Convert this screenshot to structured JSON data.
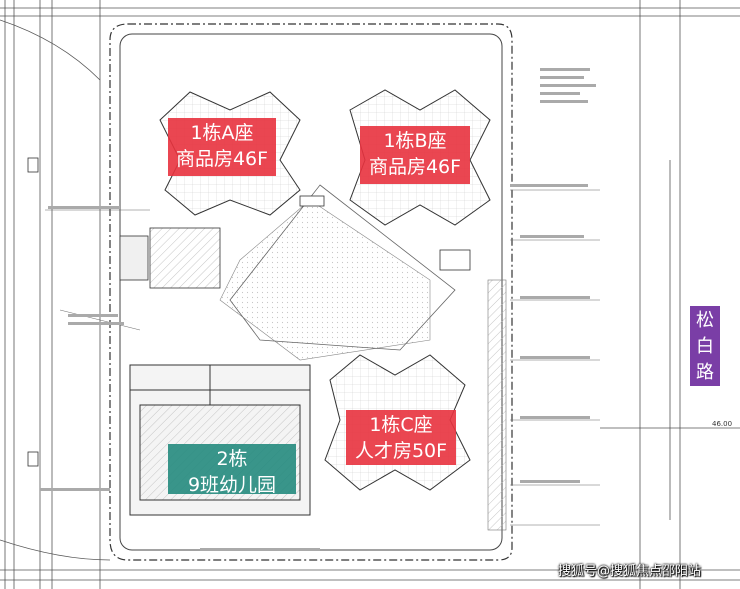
{
  "buildings": {
    "a": {
      "line1": "1栋A座",
      "line2": "商品房46F",
      "color": "#e8323e"
    },
    "b": {
      "line1": "1栋B座",
      "line2": "商品房46F",
      "color": "#e8323e"
    },
    "c": {
      "line1": "1栋C座",
      "line2": "人才房50F",
      "color": "#e8323e"
    },
    "kindergarten": {
      "line1": "2栋",
      "line2": "9班幼儿园",
      "color": "#288c80"
    }
  },
  "road": {
    "chars": [
      "松",
      "白",
      "路"
    ],
    "color": "#7a3ea6"
  },
  "scale_note": "46.00",
  "watermark": "搜狐号@搜狐焦点邵阳站"
}
